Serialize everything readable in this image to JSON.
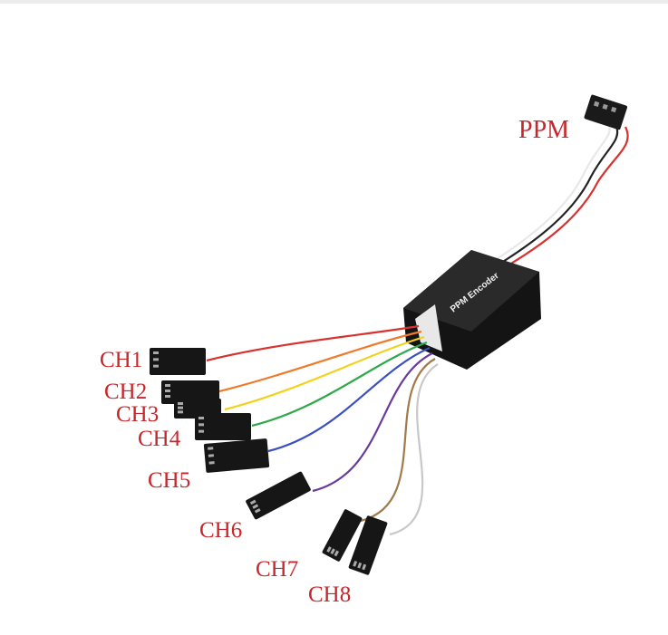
{
  "product": {
    "module_label": "PPM Encoder",
    "output_label": "PPM",
    "channel_labels": [
      "CH1",
      "CH2",
      "CH3",
      "CH4",
      "CH5",
      "CH6",
      "CH7",
      "CH8"
    ],
    "wire_colors": [
      "#d8322e",
      "#f07a2a",
      "#f2d21e",
      "#2fa84a",
      "#3a4fc0",
      "#6a3a9a",
      "#a07a4a",
      "#c8c8c8"
    ],
    "label_color": "#c8262a"
  }
}
